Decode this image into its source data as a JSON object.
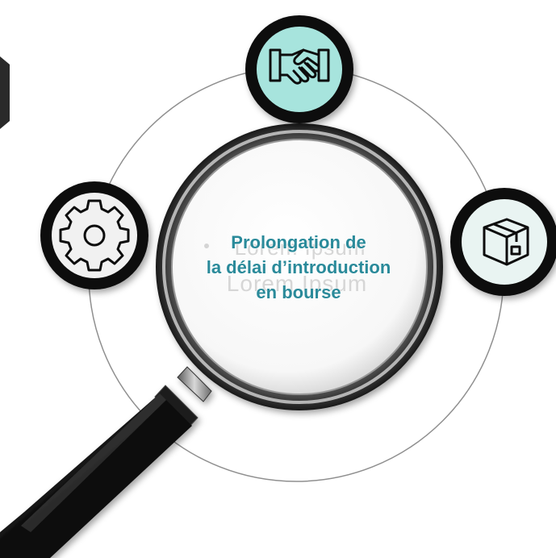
{
  "center": {
    "line1": "Prolongation de",
    "line2": "la délai d’introduction",
    "line3": "en bourse"
  },
  "ghost_text": {
    "line1": "Lorem Ipsum",
    "line2": "Lorem Ipsum"
  },
  "icons": {
    "top": "handshake-icon",
    "left": "gear-icon",
    "right": "package-box-icon"
  },
  "colors": {
    "teal_fill": "#a7e4dd",
    "light_fill": "#e9f4f2",
    "gray_fill": "#f1f1f1",
    "ring_dark": "#111111",
    "text_teal": "#2a8a9a"
  }
}
